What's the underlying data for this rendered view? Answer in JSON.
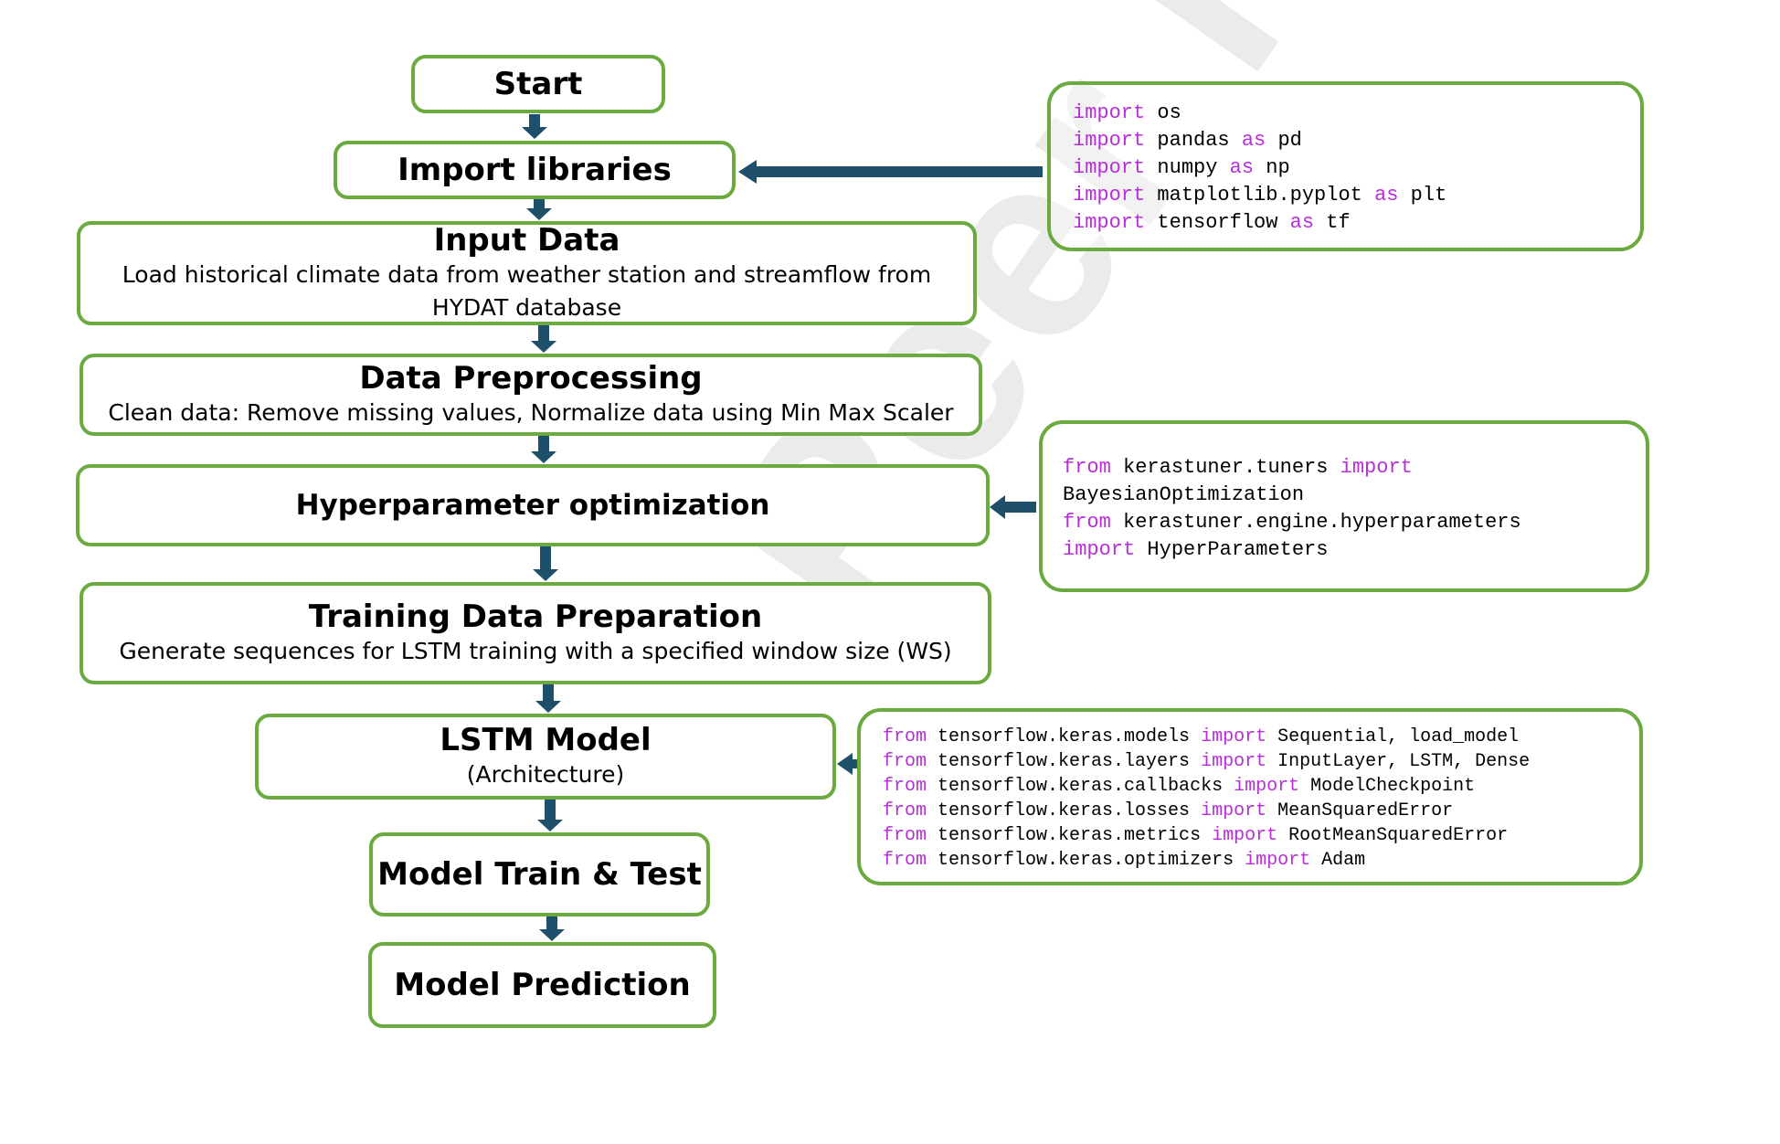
{
  "watermark": "Peer reviewed",
  "flow": {
    "start": "Start",
    "import_libraries": "Import libraries",
    "input_data": {
      "title": "Input Data",
      "description": "Load historical climate data from weather station and streamflow from HYDAT database"
    },
    "preprocessing": {
      "title": "Data Preprocessing",
      "description": "Clean data: Remove missing values, Normalize data using Min Max Scaler"
    },
    "hyperparameter": "Hyperparameter optimization",
    "training_prep": {
      "title": "Training Data Preparation",
      "description": "Generate sequences for LSTM training with a specified window size (WS)"
    },
    "lstm": {
      "title": "LSTM Model",
      "description": "(Architecture)"
    },
    "train_test": "Model Train & Test",
    "prediction": "Model Prediction"
  },
  "code_blocks": {
    "imports": [
      [
        "import",
        " os"
      ],
      [
        "import",
        " pandas ",
        "as",
        " pd"
      ],
      [
        "import",
        " numpy ",
        "as",
        " np"
      ],
      [
        "import",
        " matplotlib.pyplot ",
        "as",
        " plt"
      ],
      [
        "import",
        " tensorflow ",
        "as",
        " tf"
      ]
    ],
    "tuner": [
      [
        "from",
        " kerastuner.tuners ",
        "import"
      ],
      [
        "",
        "BayesianOptimization"
      ],
      [
        "from",
        " kerastuner.engine.hyperparameters"
      ],
      [
        "import",
        " HyperParameters"
      ]
    ],
    "keras": [
      [
        "from",
        " tensorflow.keras.models ",
        "import",
        " Sequential, load_model"
      ],
      [
        "from",
        " tensorflow.keras.layers ",
        "import",
        " InputLayer, LSTM, Dense"
      ],
      [
        "from",
        " tensorflow.keras.callbacks ",
        "import",
        " ModelCheckpoint"
      ],
      [
        "from",
        " tensorflow.keras.losses ",
        "import",
        " MeanSquaredError"
      ],
      [
        "from",
        " tensorflow.keras.metrics ",
        "import",
        " RootMeanSquaredError"
      ],
      [
        "from",
        " tensorflow.keras.optimizers ",
        "import",
        " Adam"
      ]
    ]
  },
  "colors": {
    "border": "#6aaa3f",
    "arrow": "#1e4f6b",
    "keyword": "#b82ed8"
  }
}
